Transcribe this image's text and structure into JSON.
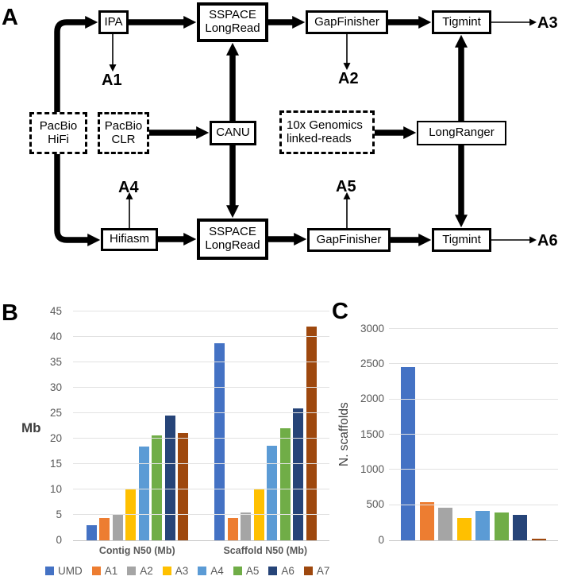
{
  "panels": {
    "a": "A",
    "b": "B",
    "c": "C"
  },
  "flowchart": {
    "nodes": {
      "ipa": "IPA",
      "sspace_top": "SSPACE LongRead",
      "gapfinisher_top": "GapFinisher",
      "tigmint_top": "Tigmint",
      "pacbio_hifi": "PacBio HiFi",
      "pacbio_clr": "PacBio CLR",
      "canu": "CANU",
      "tenx_genomics": "10x Genomics linked-reads",
      "longranger": "LongRanger",
      "hifiasm": "Hifiasm",
      "sspace_bottom": "SSPACE LongRead",
      "gapfinisher_bottom": "GapFinisher",
      "tigmint_bottom": "Tigmint"
    },
    "outputs": {
      "a1": "A1",
      "a2": "A2",
      "a3": "A3",
      "a4": "A4",
      "a5": "A5",
      "a6": "A6"
    }
  },
  "chart_data": [
    {
      "type": "bar",
      "ylabel": "Mb",
      "ylim": [
        0,
        45
      ],
      "yticks": [
        0,
        5,
        10,
        15,
        20,
        25,
        30,
        35,
        40,
        45
      ],
      "categories": [
        "Contig N50 (Mb)",
        "Scaffold N50 (Mb)"
      ],
      "grid": true,
      "series": [
        {
          "name": "UMD",
          "color": "#4472C4",
          "values": [
            3.0,
            38.8
          ]
        },
        {
          "name": "A1",
          "color": "#ED7D31",
          "values": [
            4.4,
            4.4
          ]
        },
        {
          "name": "A2",
          "color": "#A5A5A5",
          "values": [
            5.2,
            5.4
          ]
        },
        {
          "name": "A3",
          "color": "#FFC000",
          "values": [
            10.0,
            10.0
          ]
        },
        {
          "name": "A4",
          "color": "#5B9BD5",
          "values": [
            18.5,
            18.6
          ]
        },
        {
          "name": "A5",
          "color": "#70AD47",
          "values": [
            20.6,
            22.0
          ]
        },
        {
          "name": "A6",
          "color": "#264478",
          "values": [
            24.5,
            26.0
          ]
        },
        {
          "name": "A7",
          "color": "#9E480E",
          "values": [
            21.1,
            42.0
          ]
        }
      ]
    },
    {
      "type": "bar",
      "ylabel": "N. scaffolds",
      "ylim": [
        0,
        3000
      ],
      "yticks": [
        0,
        500,
        1000,
        1500,
        2000,
        2500,
        3000
      ],
      "categories": [
        ""
      ],
      "grid": true,
      "series": [
        {
          "name": "UMD",
          "color": "#4472C4",
          "values": [
            2460
          ]
        },
        {
          "name": "A1",
          "color": "#ED7D31",
          "values": [
            545
          ]
        },
        {
          "name": "A2",
          "color": "#A5A5A5",
          "values": [
            465
          ]
        },
        {
          "name": "A3",
          "color": "#FFC000",
          "values": [
            320
          ]
        },
        {
          "name": "A4",
          "color": "#5B9BD5",
          "values": [
            415
          ]
        },
        {
          "name": "A5",
          "color": "#70AD47",
          "values": [
            390
          ]
        },
        {
          "name": "A6",
          "color": "#264478",
          "values": [
            360
          ]
        },
        {
          "name": "A7",
          "color": "#9E480E",
          "values": [
            25
          ]
        }
      ]
    }
  ],
  "legend": {
    "entries": [
      {
        "label": "UMD",
        "color": "#4472C4"
      },
      {
        "label": "A1",
        "color": "#ED7D31"
      },
      {
        "label": "A2",
        "color": "#A5A5A5"
      },
      {
        "label": "A3",
        "color": "#FFC000"
      },
      {
        "label": "A4",
        "color": "#5B9BD5"
      },
      {
        "label": "A5",
        "color": "#70AD47"
      },
      {
        "label": "A6",
        "color": "#264478"
      },
      {
        "label": "A7",
        "color": "#9E480E"
      }
    ]
  }
}
